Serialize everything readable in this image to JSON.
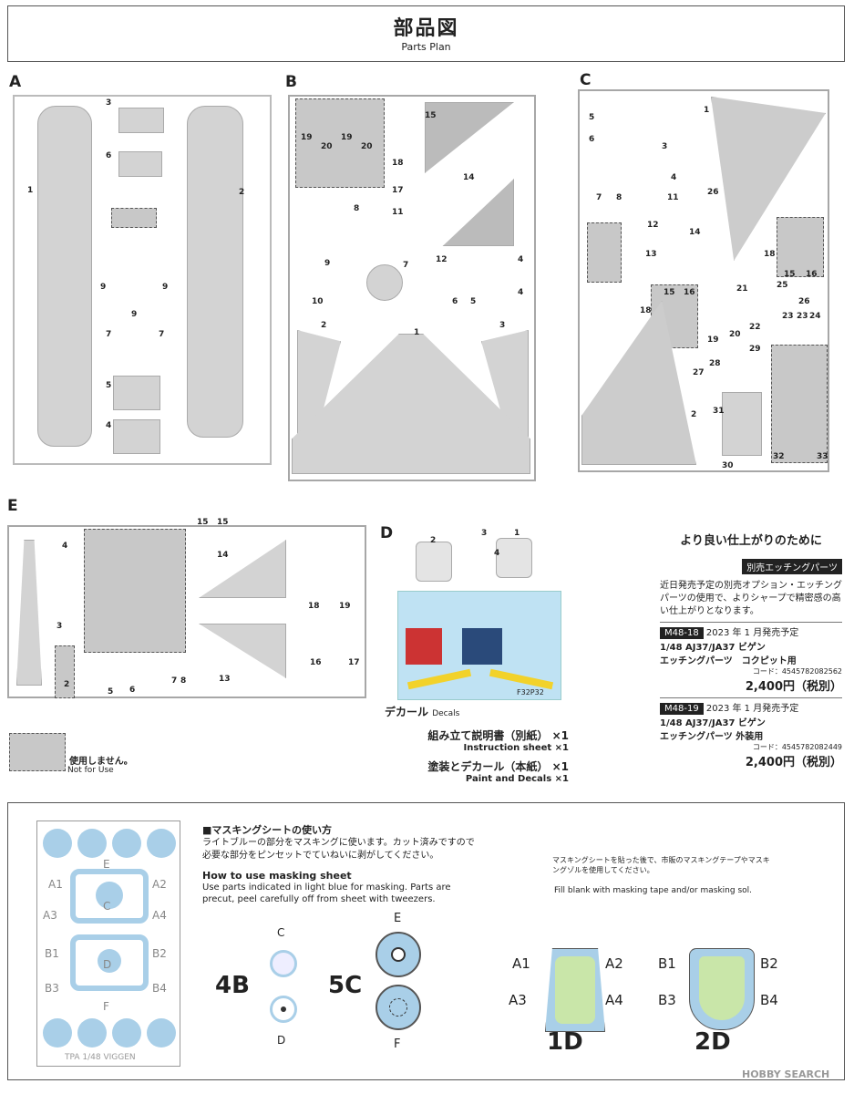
{
  "header": {
    "title_ja": "部品図",
    "title_en": "Parts Plan"
  },
  "sprues": {
    "A": {
      "letter": "A",
      "numbers": [
        "1",
        "2",
        "3",
        "6",
        "9",
        "9",
        "9",
        "7",
        "7",
        "5",
        "4"
      ]
    },
    "B": {
      "letter": "B",
      "numbers": [
        "19",
        "20",
        "19",
        "20",
        "15",
        "14",
        "18",
        "17",
        "8",
        "11",
        "9",
        "12",
        "7",
        "10",
        "6",
        "5",
        "2",
        "1",
        "3",
        "4",
        "4"
      ]
    },
    "C": {
      "letter": "C",
      "numbers": [
        "1",
        "5",
        "6",
        "3",
        "4",
        "11",
        "7",
        "8",
        "12",
        "13",
        "14",
        "26",
        "18",
        "15",
        "16",
        "25",
        "21",
        "22",
        "24",
        "23",
        "23",
        "26",
        "20",
        "19",
        "27",
        "28",
        "29",
        "31",
        "2",
        "32",
        "33",
        "30",
        "18",
        "15",
        "16"
      ]
    },
    "E": {
      "letter": "E",
      "numbers": [
        "15",
        "15",
        "4",
        "14",
        "3",
        "18",
        "19",
        "2",
        "13",
        "16",
        "17",
        "5",
        "6",
        "7",
        "8"
      ]
    },
    "D": {
      "letter": "D",
      "numbers": [
        "2",
        "3",
        "1",
        "4"
      ]
    }
  },
  "decals": {
    "label_ja": "デカール",
    "label_en": "Decals",
    "code": "F32P32"
  },
  "legend": {
    "ja": "使用しません。",
    "en": "Not for Use"
  },
  "contents": [
    {
      "ja": "組み立て説明書（別紙）",
      "ja_qty": "×1",
      "en": "Instruction sheet",
      "en_qty": "×1"
    },
    {
      "ja": "塗装とデカール（本紙）",
      "ja_qty": "×1",
      "en": "Paint and Decals",
      "en_qty": "×1"
    }
  ],
  "promo": {
    "heading": "より良い仕上がりのために",
    "tag": "別売エッチングパーツ",
    "desc": "近日発売予定の別売オプション・エッチングパーツの使用で、よりシャープで精密感の高い仕上がりとなります。",
    "items": [
      {
        "code": "M48-18",
        "date": "2023 年 1 月発売予定",
        "name1": "1/48 AJ37/JA37 ビゲン",
        "name2": "エッチングパーツ　コクピット用",
        "jan": "コード：4545782082562",
        "price": "2,400円（税別）"
      },
      {
        "code": "M48-19",
        "date": "2023 年 1 月発売予定",
        "name1": "1/48 AJ37/JA37 ビゲン",
        "name2": "エッチングパーツ 外装用",
        "jan": "コード：4545782082449",
        "price": "2,400円（税別）"
      }
    ]
  },
  "masking": {
    "heading_ja": "■マスキングシートの使い方",
    "desc_ja": "ライトブルーの部分をマスキングに使います。カット済みですので必要な部分をピンセットでていねいに剥がしてください。",
    "heading_en": "How to use masking sheet",
    "desc_en": "Use parts indicated in light blue for masking. Parts are precut, peel carefully off from sheet with tweezers.",
    "card_labels": [
      "E",
      "A1",
      "A2",
      "C",
      "A3",
      "A4",
      "B1",
      "B2",
      "D",
      "B3",
      "B4",
      "F"
    ],
    "card_footer": "TPA 1/48 VIGGEN",
    "label_4b": "4B",
    "label_5c": "5C",
    "label_1d": "1D",
    "label_2d": "2D",
    "c": "C",
    "d": "D",
    "e": "E",
    "f": "F",
    "note_ja": "マスキングシートを貼った後で、市販のマスキングテープやマスキングゾルを使用してください。",
    "note_en": "Fill blank with masking tape and/or masking sol.",
    "a_labels": [
      "A1",
      "A2",
      "A3",
      "A4"
    ],
    "b_labels": [
      "B1",
      "B2",
      "B3",
      "B4"
    ]
  },
  "watermark": "HOBBY SEARCH",
  "colors": {
    "mask_blue": "#a9cfe8",
    "mask_green": "#c9e6a9",
    "notuse_grey": "#c8c8c8"
  }
}
